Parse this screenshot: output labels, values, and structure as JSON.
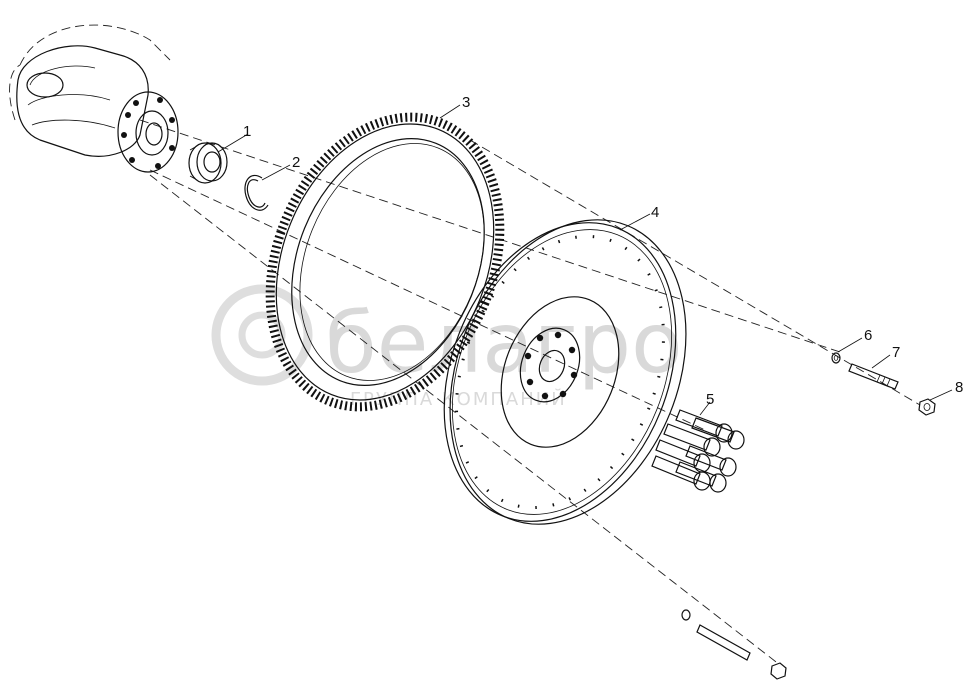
{
  "diagram": {
    "callouts": [
      {
        "id": "1",
        "label": "1"
      },
      {
        "id": "2",
        "label": "2"
      },
      {
        "id": "3",
        "label": "3"
      },
      {
        "id": "4",
        "label": "4"
      },
      {
        "id": "5",
        "label": "5"
      },
      {
        "id": "6",
        "label": "6"
      },
      {
        "id": "7",
        "label": "7"
      },
      {
        "id": "8",
        "label": "8"
      }
    ],
    "watermark": {
      "brand": "белагро",
      "tagline": "ГРУППА КОМПАНИЙ",
      "color": "#d9d9d9"
    },
    "line_color": "#111111",
    "background": "#ffffff"
  }
}
